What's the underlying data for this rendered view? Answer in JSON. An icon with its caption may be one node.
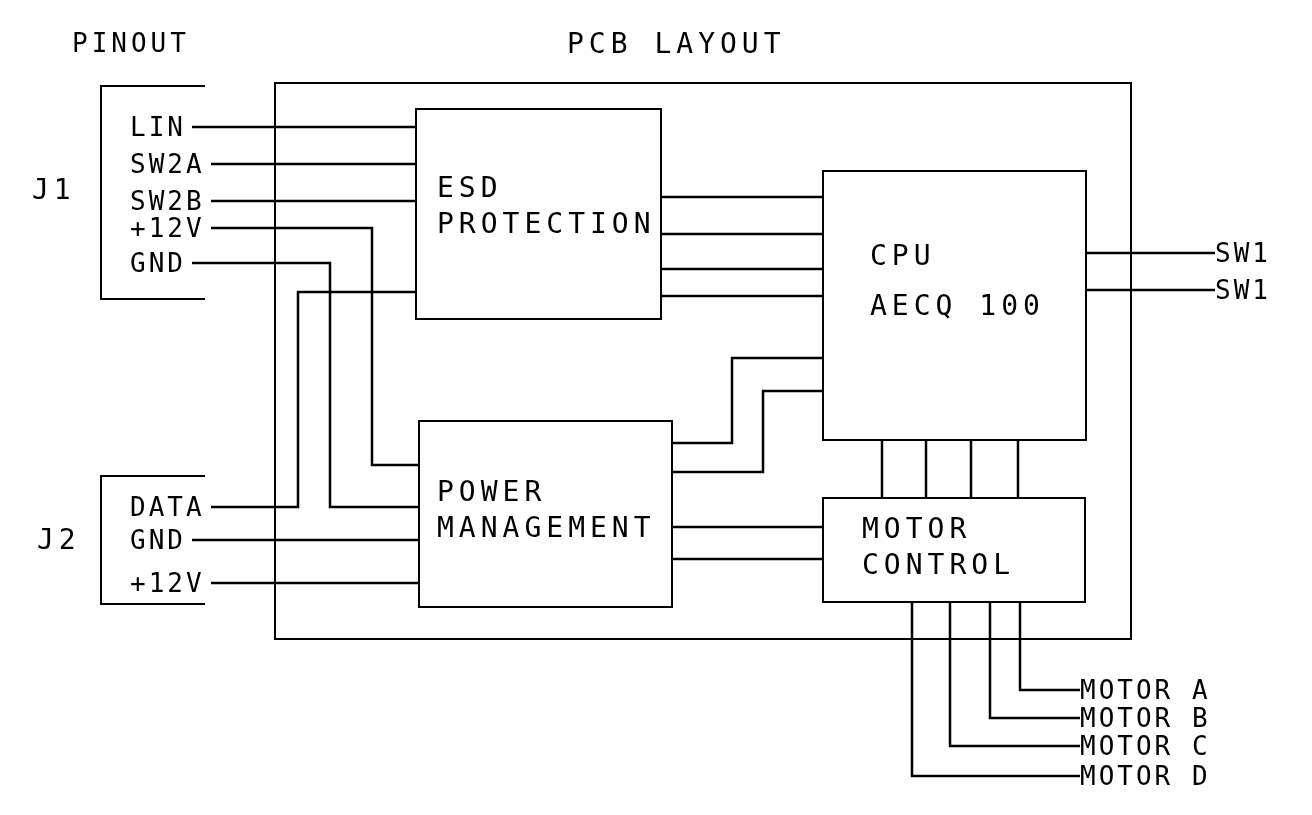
{
  "diagram": {
    "nodes": [
      {
        "text": [
          "PCB LAYOUT"
        ]
      },
      {
        "text": [
          "J1"
        ]
      },
      {
        "text": [
          "LIN"
        ],
        "in": 1
      },
      {
        "text": [
          "SW2A"
        ],
        "in": 1
      },
      {
        "text": [
          "SW2B"
        ],
        "in": 1
      },
      {
        "text": [
          "+12V"
        ],
        "in": 1
      },
      {
        "text": [
          "GND"
        ],
        "in": 1
      },
      {
        "text": [
          "J2"
        ]
      },
      {
        "text": [
          "DATA"
        ],
        "in": 7
      },
      {
        "text": [
          "GND"
        ],
        "in": 7
      },
      {
        "text": [
          "+12V"
        ],
        "in": 7
      },
      {
        "text": [
          "ESD PROTECTION"
        ],
        "in": 0
      },
      {
        "text": [
          "CPU",
          "AECQ 100"
        ],
        "in": 0
      },
      {
        "text": [
          "POWER MANAGEMENT"
        ],
        "in": 0
      },
      {
        "text": [
          "MOTOR CONTROL"
        ],
        "in": 0
      },
      {
        "text": [
          "SW1"
        ]
      },
      {
        "text": [
          "SW1"
        ]
      },
      {
        "text": [
          "MOTOR A"
        ]
      },
      {
        "text": [
          "MOTOR B"
        ]
      },
      {
        "text": [
          "MOTOR C"
        ]
      },
      {
        "text": [
          "MOTOR D"
        ]
      }
    ],
    "edges": [
      {
        "from": 2,
        "to": 11,
        "arrow": "none"
      },
      {
        "from": 3,
        "to": 11,
        "arrow": "none"
      },
      {
        "from": 4,
        "to": 11,
        "arrow": "none"
      },
      {
        "from": 5,
        "to": 13,
        "arrow": "none"
      },
      {
        "from": 6,
        "to": 13,
        "arrow": "none"
      },
      {
        "from": 8,
        "to": 11,
        "arrow": "none"
      },
      {
        "from": 9,
        "to": 13,
        "arrow": "none"
      },
      {
        "from": 10,
        "to": 13,
        "arrow": "none"
      },
      {
        "from": 11,
        "to": 12,
        "arrow": "none"
      },
      {
        "from": 11,
        "to": 12,
        "arrow": "none"
      },
      {
        "from": 11,
        "to": 12,
        "arrow": "none"
      },
      {
        "from": 11,
        "to": 12,
        "arrow": "none"
      },
      {
        "from": 13,
        "to": 12,
        "arrow": "none"
      },
      {
        "from": 13,
        "to": 12,
        "arrow": "none"
      },
      {
        "from": 13,
        "to": 14,
        "arrow": "none"
      },
      {
        "from": 13,
        "to": 14,
        "arrow": "none"
      },
      {
        "from": 12,
        "to": 14,
        "arrow": "none"
      },
      {
        "from": 12,
        "to": 14,
        "arrow": "none"
      },
      {
        "from": 12,
        "to": 14,
        "arrow": "none"
      },
      {
        "from": 12,
        "to": 14,
        "arrow": "none"
      },
      {
        "from": 12,
        "to": 15,
        "arrow": "none"
      },
      {
        "from": 12,
        "to": 16,
        "arrow": "none"
      },
      {
        "from": 14,
        "to": 17,
        "arrow": "none"
      },
      {
        "from": 14,
        "to": 18,
        "arrow": "none"
      },
      {
        "from": 14,
        "to": 19,
        "arrow": "none"
      },
      {
        "from": 14,
        "to": 20,
        "arrow": "none"
      }
    ],
    "labels": [
      "PINOUT"
    ]
  }
}
